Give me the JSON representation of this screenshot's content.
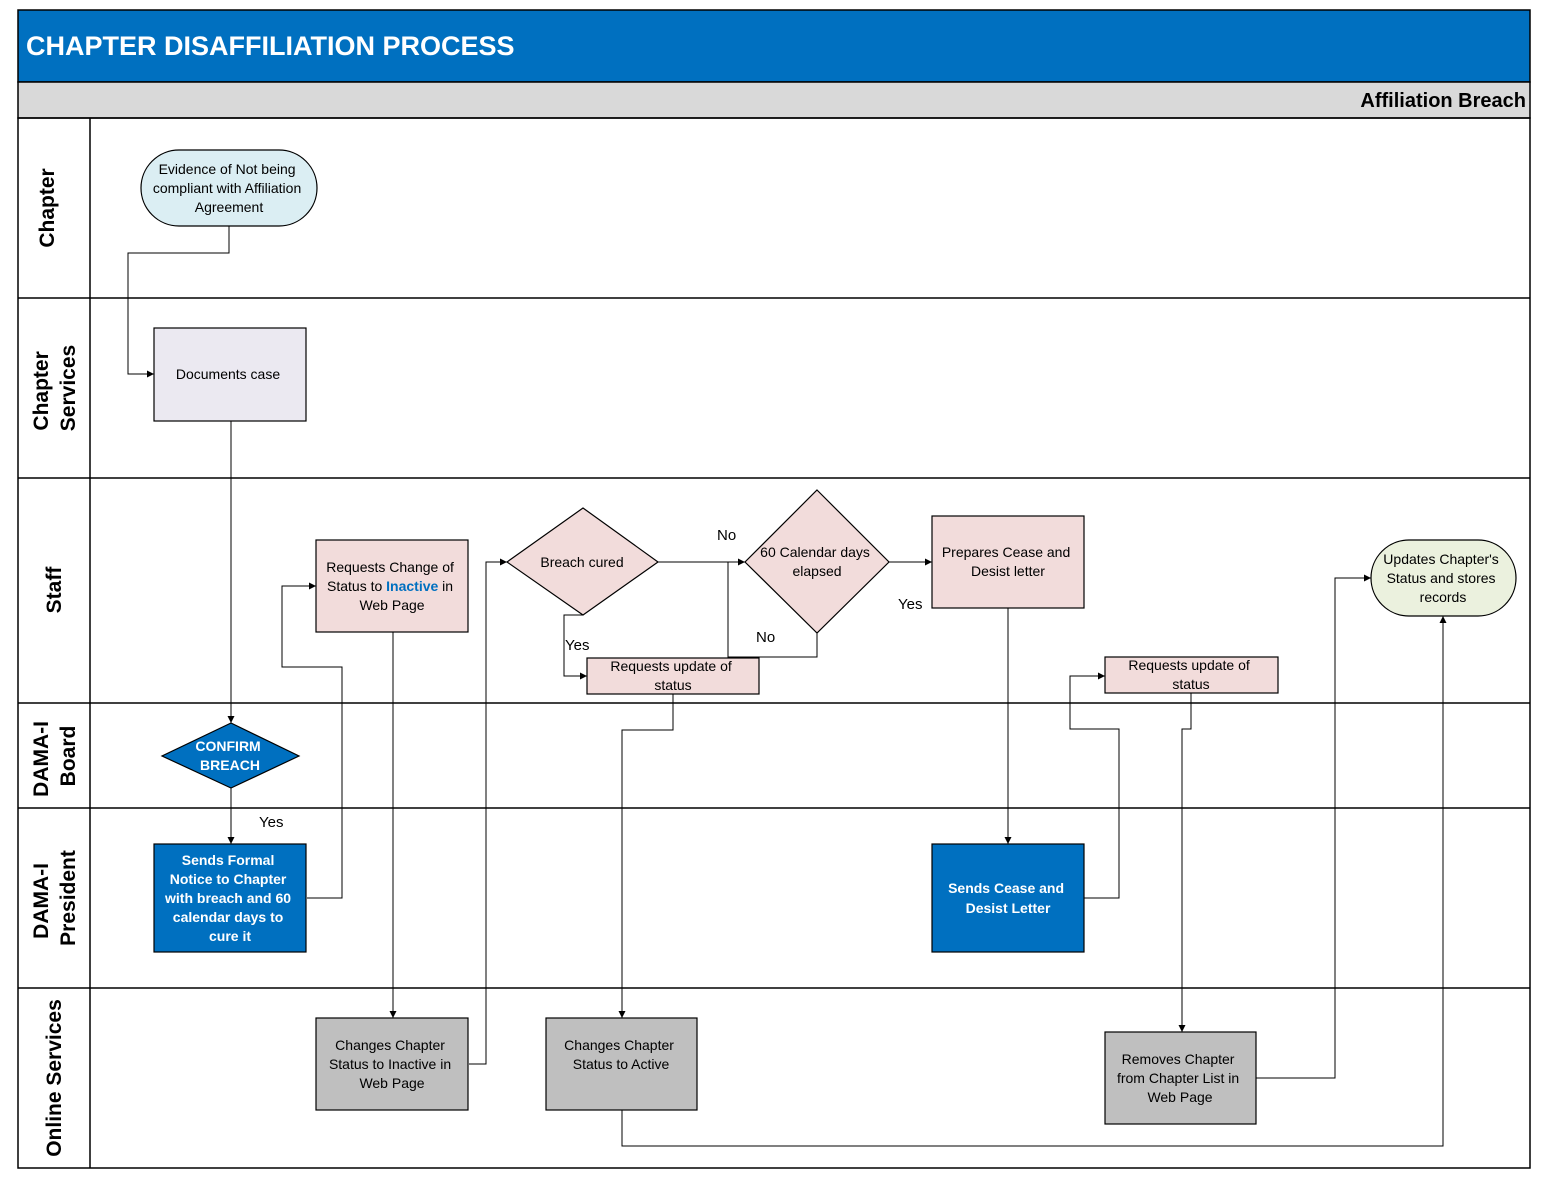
{
  "title": "CHAPTER DISAFFILIATION PROCESS",
  "phase": "Affiliation Breach",
  "colors": {
    "header": "#0070c0",
    "phase_band": "#d9d9d9",
    "process_pink": "#f2dcdb",
    "process_gray": "#bfbfbf",
    "process_lilac": "#ebe9f1",
    "process_blue": "#0070c0",
    "start_terminal": "#dbeef3",
    "end_terminal": "#ebf1de"
  },
  "lanes": [
    {
      "name": "Chapter"
    },
    {
      "name": "Chapter",
      "name2": "Services"
    },
    {
      "name": "Staff"
    },
    {
      "name": "DAMA-I",
      "name2": "Board"
    },
    {
      "name": "DAMA-I",
      "name2": "President"
    },
    {
      "name": "Online Services"
    }
  ],
  "nodes": {
    "evidence": {
      "line1": "Evidence of Not being",
      "line2": "compliant with Affiliation",
      "line3": "Agreement"
    },
    "documents": {
      "line1": "Documents case"
    },
    "confirm": {
      "line1": "CONFIRM",
      "line2": "BREACH"
    },
    "formal_notice": {
      "line1": "Sends Formal",
      "line2": "Notice to Chapter",
      "line3": "with breach and 60",
      "line4": "calendar days to",
      "line5": "cure it"
    },
    "request_inactive": {
      "line1": "Requests Change of",
      "line2_pre": "Status to ",
      "line2_hl": "Inactive",
      "line2_post": " in",
      "line3": "Web Page"
    },
    "change_inactive": {
      "line1": "Changes Chapter",
      "line2": "Status to Inactive in",
      "line3": "Web Page"
    },
    "breach_cured": {
      "line1": "Breach cured"
    },
    "update_status_1": {
      "line1": "Requests update of",
      "line2": "status"
    },
    "sixty_days": {
      "line1": "60 Calendar days",
      "line2": "elapsed"
    },
    "change_active": {
      "line1": "Changes Chapter",
      "line2": "Status to Active"
    },
    "cease_prepare": {
      "line1": "Prepares Cease and",
      "line2": "Desist letter"
    },
    "cease_send": {
      "line1": "Sends Cease and",
      "line2": "Desist Letter"
    },
    "update_status_2": {
      "line1": "Requests update of",
      "line2": "status"
    },
    "remove_chapter": {
      "line1": "Removes Chapter",
      "line2": "from Chapter List in",
      "line3": "Web Page"
    },
    "updates_records": {
      "line1": "Updates Chapter's",
      "line2": "Status and stores",
      "line3": "records"
    }
  },
  "edge_labels": {
    "confirm_yes": "Yes",
    "cured_yes": "Yes",
    "cured_no": "No",
    "days_no": "No",
    "days_yes": "Yes"
  }
}
